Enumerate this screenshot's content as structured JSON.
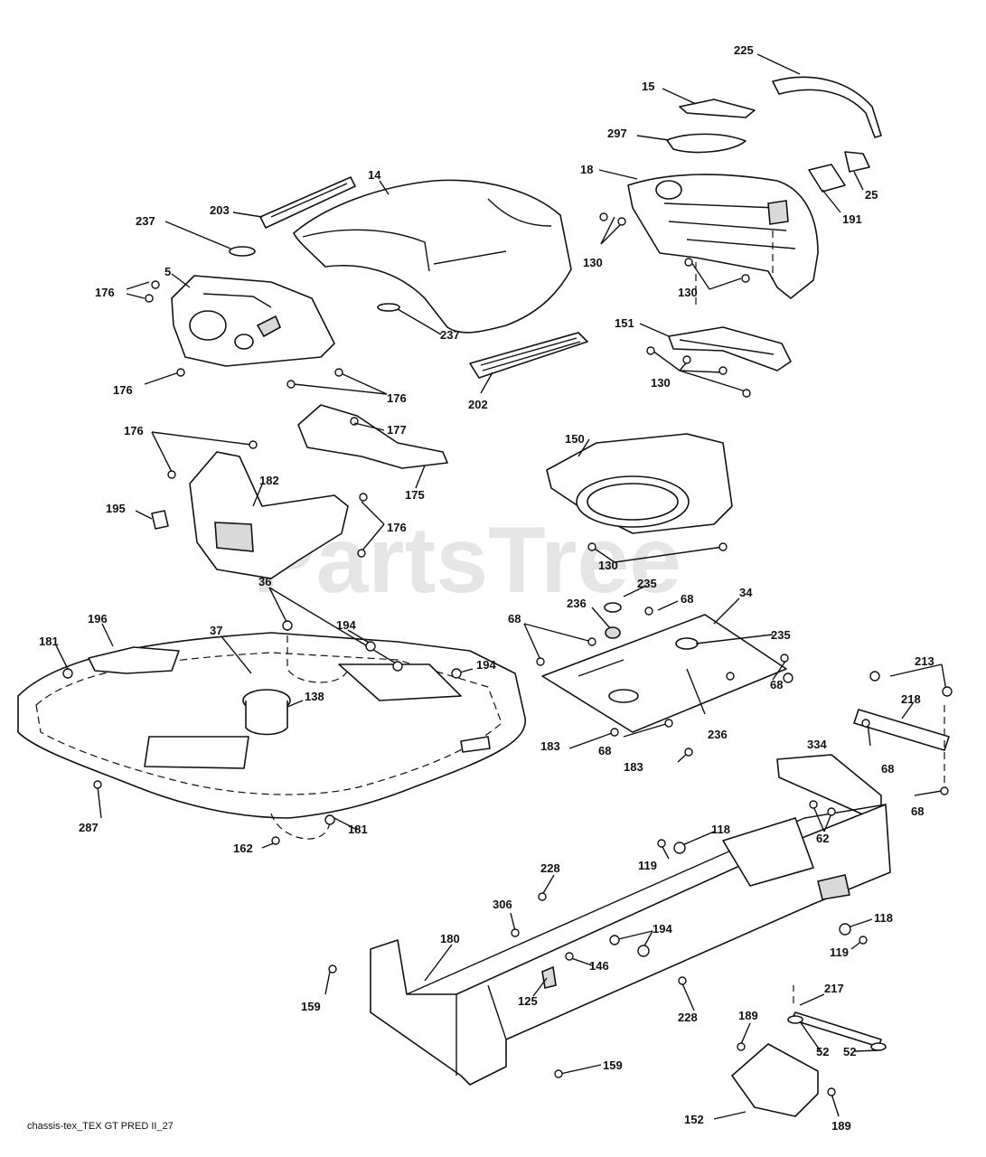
{
  "watermark": "PartsTree",
  "caption": "chassis-tex_TEX GT PRED II_27",
  "callouts": [
    "225",
    "15",
    "297",
    "18",
    "25",
    "191",
    "14",
    "203",
    "237",
    "5",
    "176",
    "176",
    "130",
    "237",
    "130",
    "176",
    "176",
    "202",
    "151",
    "130",
    "177",
    "176",
    "182",
    "175",
    "150",
    "195",
    "176",
    "130",
    "36",
    "235",
    "34",
    "236",
    "68",
    "68",
    "235",
    "196",
    "37",
    "194",
    "181",
    "194",
    "138",
    "68",
    "213",
    "218",
    "183",
    "68",
    "236",
    "183",
    "68",
    "334",
    "287",
    "181",
    "162",
    "62",
    "118",
    "228",
    "119",
    "68",
    "306",
    "194",
    "118",
    "180",
    "146",
    "119",
    "159",
    "125",
    "228",
    "217",
    "189",
    "52",
    "52",
    "159",
    "152",
    "189"
  ]
}
